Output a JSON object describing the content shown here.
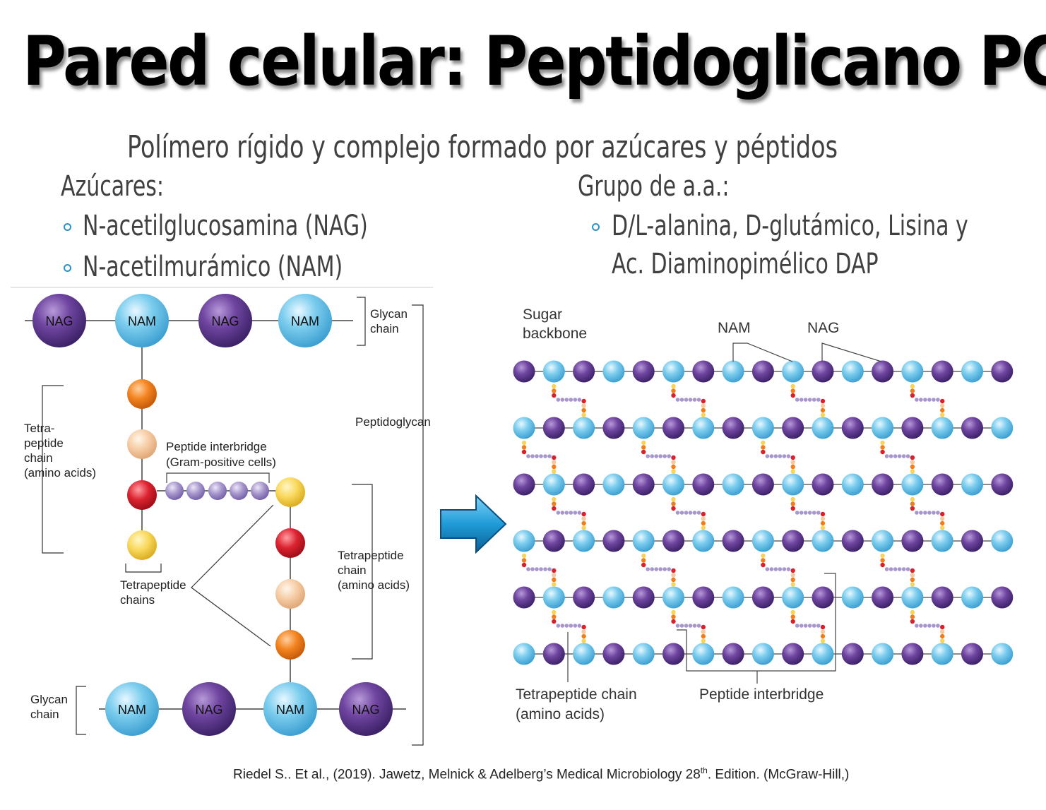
{
  "slide": {
    "title": "Pared celular: Peptidoglicano PG",
    "subtitle": "Polímero rígido y complejo formado por azúcares y péptidos",
    "left_col": {
      "heading": "Azúcares:",
      "items": [
        "N-acetilglucosamina (NAG)",
        "N-acetilmurámico (NAM)"
      ]
    },
    "right_col": {
      "heading": "Grupo de a.a.:",
      "item_line1": "D/L-alanina, D-glutámico, Lisina y",
      "item_line2": "Ac. Diaminopimélico DAP"
    },
    "citation": {
      "main": "Riedel S..  Et al., (2019). Jawetz, Melnick & Adelberg’s Medical Microbiology 28",
      "sup": "th",
      "tail": ". Edition. (McGraw-Hill,)"
    }
  },
  "left_diagram": {
    "node_nag": "NAG",
    "node_nam": "NAM",
    "glycan_chain_top": [
      "Glycan",
      "chain"
    ],
    "glycan_chain_bottom": [
      "Glycan",
      "chain"
    ],
    "tetra_left": [
      "Tetra-",
      "peptide",
      "chain",
      "(amino acids)"
    ],
    "interbridge": [
      "Peptide interbridge",
      "(Gram-positive cells)"
    ],
    "tetra_chains": [
      "Tetrapeptide",
      "chains"
    ],
    "peptidoglycan": "Peptidoglycan",
    "tetra_right": [
      "Tetrapeptide",
      "chain",
      "(amino acids)"
    ]
  },
  "right_diagram": {
    "sugar_backbone": [
      "Sugar",
      "backbone"
    ],
    "nam": "NAM",
    "nag": "NAG",
    "tetra_chain": [
      "Tetrapeptide chain",
      "(amino acids)"
    ],
    "interbridge": "Peptide interbridge"
  },
  "colors": {
    "nag_purple": "#6a3d96",
    "nam_blue": "#7dccec",
    "arrow_blue": "#1f9bd7",
    "amino_orange": "#f07e1e",
    "amino_peach": "#f6c9a0",
    "amino_red": "#d9202b",
    "amino_yellow": "#f8d55a",
    "bridge_lilac": "#a796cc"
  }
}
